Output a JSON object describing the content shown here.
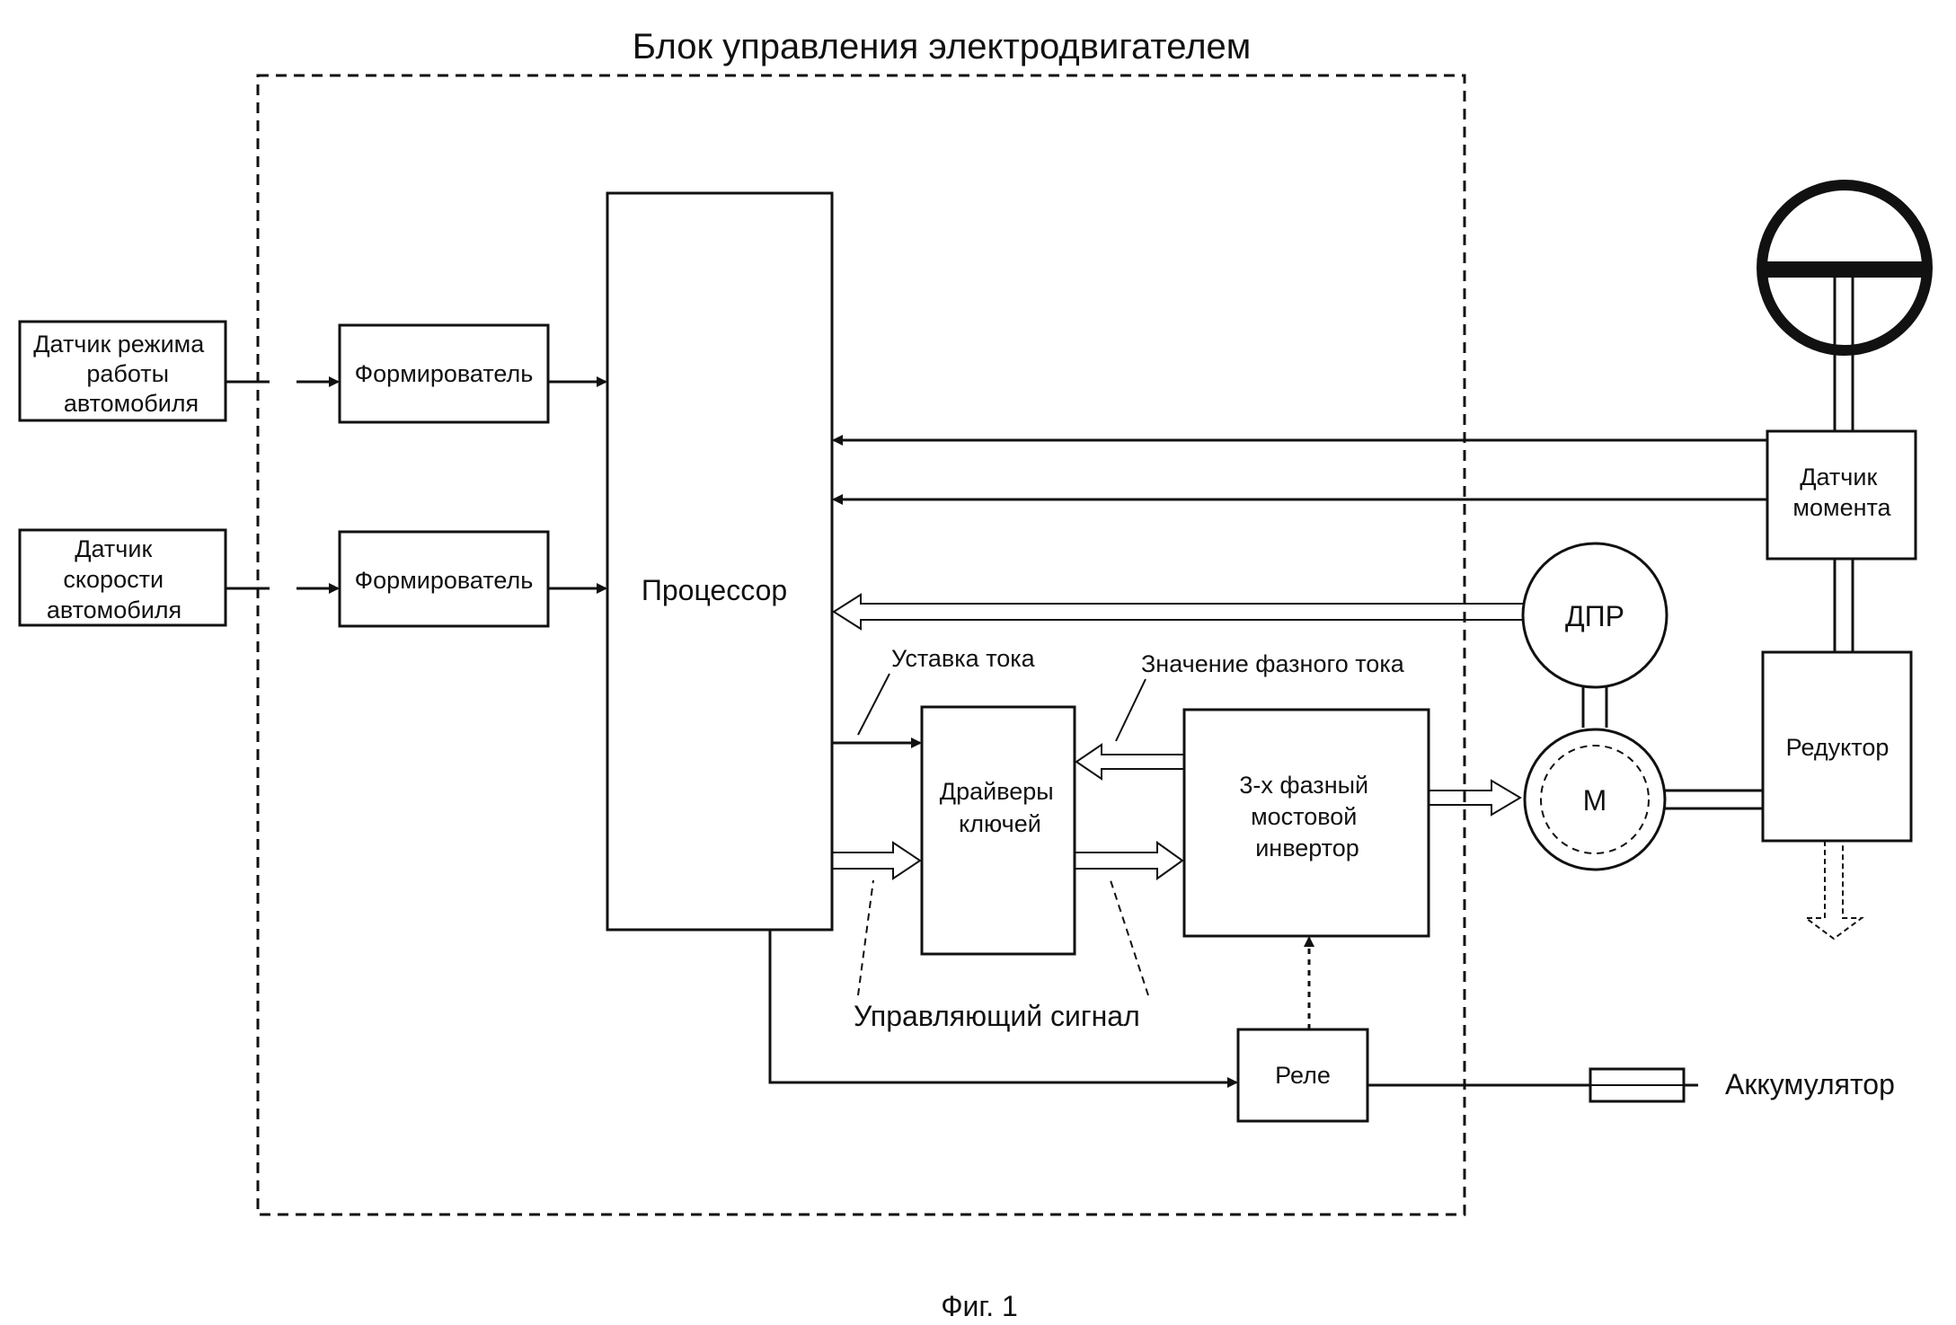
{
  "diagram": {
    "title": "Блок управления электродвигателем",
    "caption": "Фиг. 1",
    "sensors": {
      "mode_sensor": [
        "Датчик режима",
        "работы",
        "автомобиля"
      ],
      "speed_sensor": [
        "Датчик",
        "скорости",
        "автомобиля"
      ]
    },
    "shaper_1": "Формирователь",
    "shaper_2": "Формирователь",
    "processor": "Процессор",
    "key_drivers": [
      "Драйверы",
      "ключей"
    ],
    "inverter": [
      "3-х фазный",
      "мостовой",
      "инвертор"
    ],
    "relay": "Реле",
    "torque_sensor": [
      "Датчик",
      "момента"
    ],
    "rotor_position_sensor": "ДПР",
    "motor": "М",
    "reducer": "Редуктор",
    "battery": "Аккумулятор",
    "labels": {
      "current_setpoint": "Уставка тока",
      "phase_current_value": "Значение фазного тока",
      "control_signal": "Управляющий сигнал"
    }
  }
}
